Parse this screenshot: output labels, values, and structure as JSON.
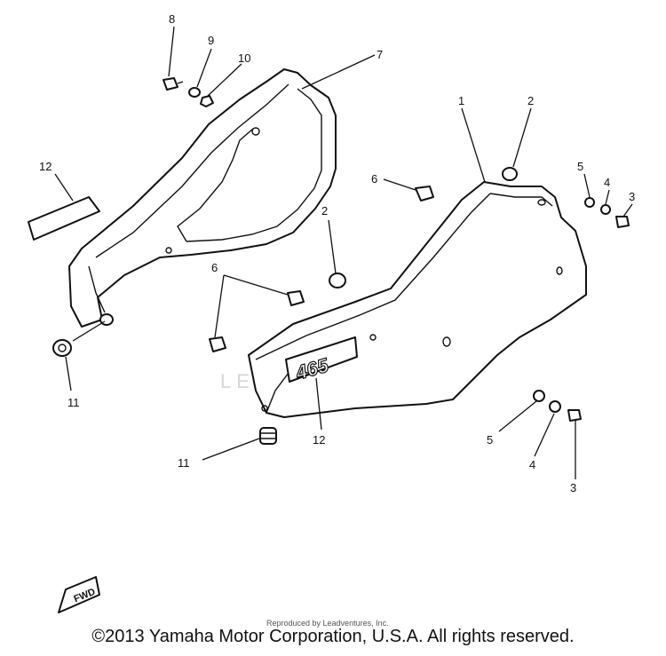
{
  "callouts": {
    "c8": "8",
    "c9": "9",
    "c10": "10",
    "c7": "7",
    "c12a": "12",
    "c11a": "11",
    "c6a": "6",
    "c2a": "2",
    "c6b": "6",
    "c1": "1",
    "c2b": "2",
    "c5a": "5",
    "c4a": "4",
    "c3a": "3",
    "c12b": "12",
    "c11b": "11",
    "c5b": "5",
    "c4b": "4",
    "c3b": "3"
  },
  "emblem_text": "465",
  "fwd_label": "FWD",
  "watermark": "LEADVENTURES",
  "subnote": "Reproduced by Leadventures, Inc.",
  "copyright": "©2013 Yamaha Motor Corporation, U.S.A. All rights reserved."
}
